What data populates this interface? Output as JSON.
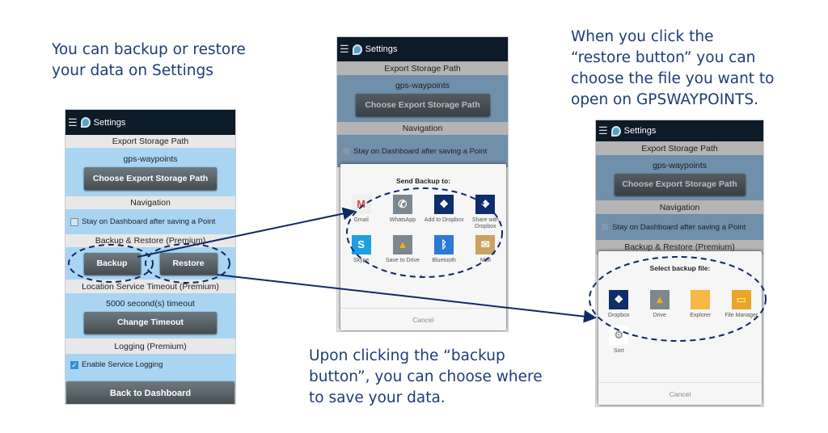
{
  "captions": {
    "left": [
      "You can backup or restore",
      "your data on Settings"
    ],
    "right": [
      "When you click the",
      "“restore button” you can",
      "choose the file you want to",
      "open on GPSWAYPOINTS."
    ],
    "bottom": [
      "Upon clicking the “backup",
      "button”, you can choose where",
      "to save your data."
    ]
  },
  "settings": {
    "title": "Settings",
    "export_label": "Export Storage Path",
    "export_value": "gps-waypoints",
    "choose_btn": "Choose Export Storage Path",
    "nav_label": "Navigation",
    "stay_chk": "Stay on Dashboard after saving a Point",
    "backup_label": "Backup & Restore (Premium)",
    "backup_btn": "Backup",
    "restore_btn": "Restore",
    "timeout_label": "Location Service Timeout (Premium)",
    "timeout_value": "5000 second(s) timeout",
    "timeout_btn": "Change Timeout",
    "logging_label": "Logging (Premium)",
    "logging_chk": "Enable Service Logging",
    "back_btn": "Back to Dashboard"
  },
  "send_dialog": {
    "title": "Send Backup to:",
    "apps": [
      "Gmail",
      "WhatsApp",
      "Add to Dropbox",
      "Share with Dropbox",
      "Skype",
      "Save to Drive",
      "Bluetooth",
      "Mail"
    ],
    "cancel": "Cancel"
  },
  "select_dialog": {
    "title": "Select backup file:",
    "apps": [
      "Dropbox",
      "Drive",
      "Explorer",
      "File Manager",
      "Sort"
    ],
    "cancel": "Cancel"
  },
  "colors": {
    "caption": "#1d3c78",
    "header": "#0d1a28",
    "section": "#a9d5f3"
  }
}
